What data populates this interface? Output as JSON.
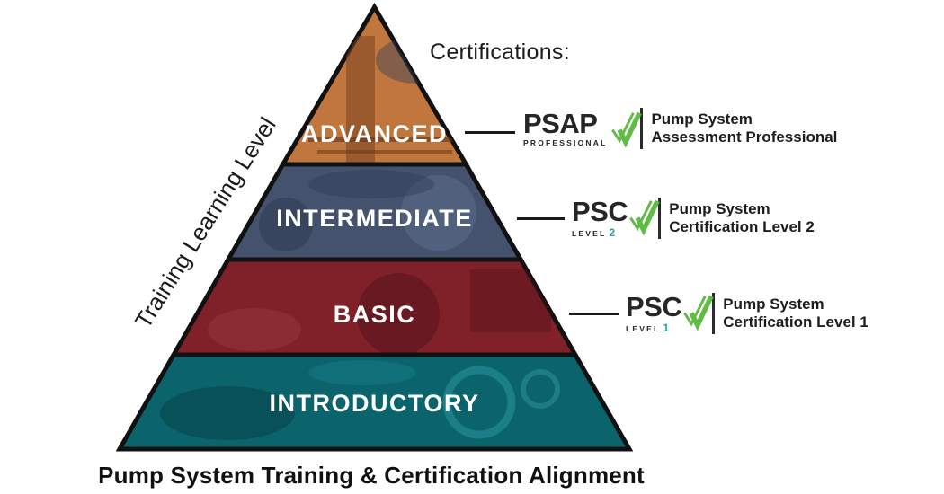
{
  "header": {
    "certifications_label": "Certifications:"
  },
  "axis": {
    "label": "Training Learning Level"
  },
  "footer": {
    "title": "Pump System Training & Certification Alignment"
  },
  "pyramid": {
    "levels": [
      {
        "label": "ADVANCED",
        "color": "#c1763d"
      },
      {
        "label": "INTERMEDIATE",
        "color": "#44526e"
      },
      {
        "label": "BASIC",
        "color": "#80212a"
      },
      {
        "label": "INTRODUCTORY",
        "color": "#0b636c"
      }
    ]
  },
  "certifications": [
    {
      "abbr": "PSAP",
      "tagline": "PROFESSIONAL",
      "level_digit": "",
      "desc_line1": "Pump System",
      "desc_line2": "Assessment Professional"
    },
    {
      "abbr": "PSC",
      "tagline": "LEVEL",
      "level_digit": "2",
      "desc_line1": "Pump System",
      "desc_line2": "Certification Level 2"
    },
    {
      "abbr": "PSC",
      "tagline": "LEVEL",
      "level_digit": "1",
      "desc_line1": "Pump System",
      "desc_line2": "Certification Level 1"
    }
  ],
  "colors": {
    "advanced": "#c1763d",
    "intermediate": "#44526e",
    "basic": "#80212a",
    "introductory": "#0b636c",
    "check_green": "#62bb46",
    "level_teal": "#2aa0ac",
    "text_dark": "#1d1d1d",
    "outline_black": "#111111"
  }
}
